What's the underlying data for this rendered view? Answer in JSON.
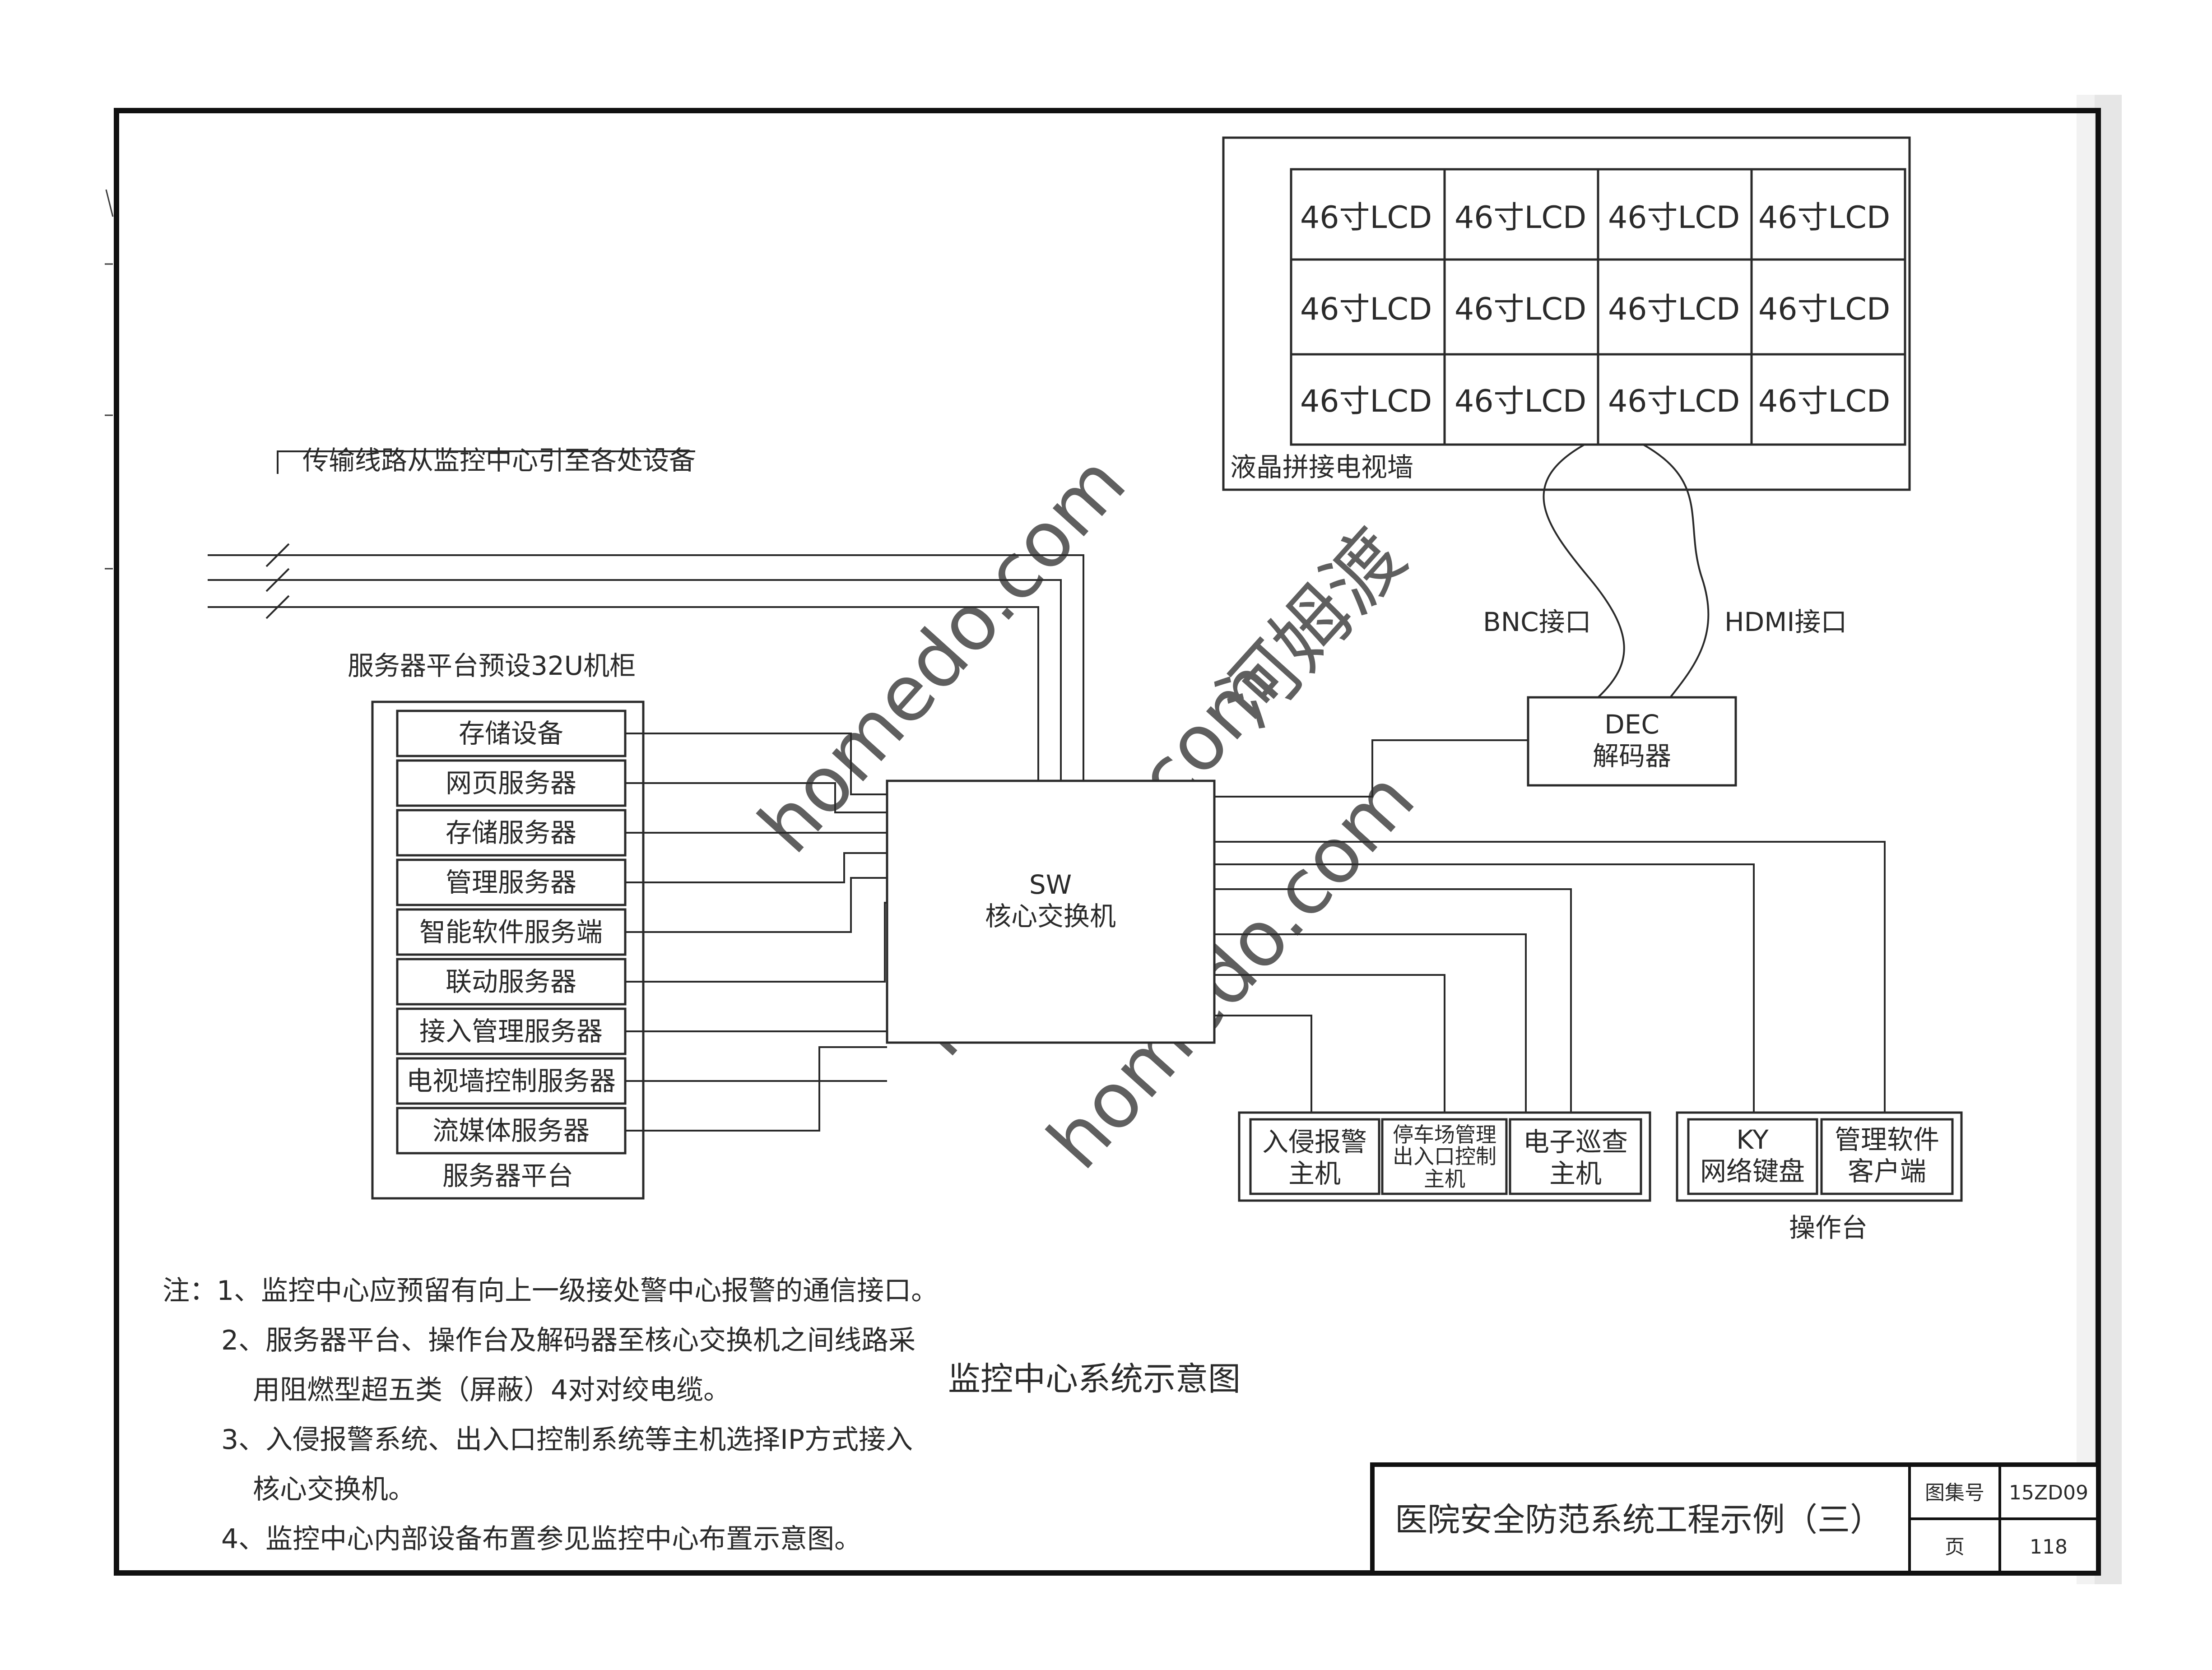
{
  "lcd_wall": {
    "panels": [
      "46寸LCD",
      "46寸LCD",
      "46寸LCD",
      "46寸LCD",
      "46寸LCD",
      "46寸LCD",
      "46寸LCD",
      "46寸LCD",
      "46寸LCD",
      "46寸LCD",
      "46寸LCD",
      "46寸LCD"
    ],
    "label": "液晶拼接电视墙"
  },
  "interfaces": {
    "bnc": "BNC接口",
    "hdmi": "HDMI接口"
  },
  "decoder": {
    "line1": "DEC",
    "line2": "解码器"
  },
  "transmission_label": "传输线路从监控中心引至各处设备",
  "rack": {
    "caption": "服务器平台预设32U机柜",
    "items": [
      "存储设备",
      "网页服务器",
      "存储服务器",
      "管理服务器",
      "智能软件服务端",
      "联动服务器",
      "接入管理服务器",
      "电视墙控制服务器",
      "流媒体服务器"
    ],
    "footer": "服务器平台"
  },
  "switch": {
    "line1": "SW",
    "line2": "核心交换机"
  },
  "hosts": [
    {
      "lines": [
        "入侵报警",
        "主机"
      ]
    },
    {
      "lines": [
        "停车场管理",
        "出入口控制",
        "主机"
      ]
    },
    {
      "lines": [
        "电子巡查",
        "主机"
      ]
    }
  ],
  "console": {
    "items": [
      {
        "lines": [
          "KY",
          "网络键盘"
        ]
      },
      {
        "lines": [
          "管理软件",
          "客户端"
        ]
      }
    ],
    "label": "操作台"
  },
  "notes": [
    "注：1、监控中心应预留有向上一级接处警中心报警的通信接口。",
    "2、服务器平台、操作台及解码器至核心交换机之间线路采",
    "用阻燃型超五类（屏蔽）4对对绞电缆。",
    "3、入侵报警系统、出入口控制系统等主机选择IP方式接入",
    "核心交换机。",
    "4、监控中心内部设备布置参见监控中心布置示意图。"
  ],
  "diagram_title": "监控中心系统示意图",
  "title_block": {
    "title": "医院安全防范系统工程示例（三）",
    "atlas_label": "图集号",
    "atlas_no": "15ZD09",
    "page_label": "页",
    "page_no": "118"
  },
  "watermark": {
    "text1": "homedo.com",
    "text2": "河姆渡"
  }
}
